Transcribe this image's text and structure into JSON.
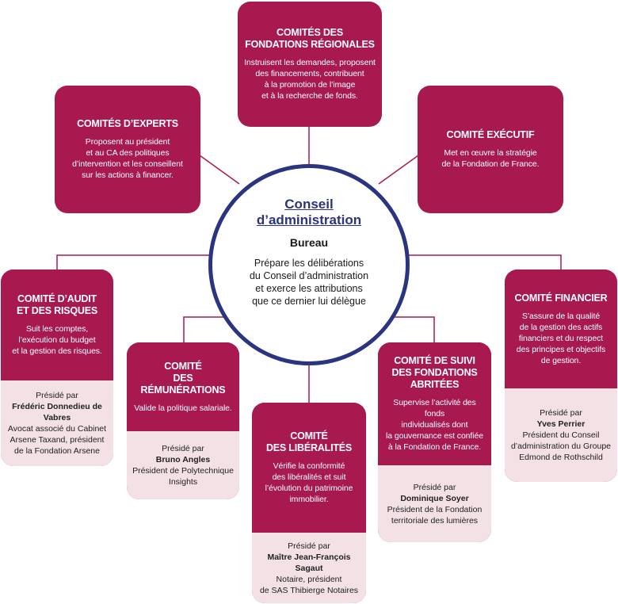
{
  "center": {
    "title": "Conseil\nd’administration",
    "subtitle": "Bureau",
    "description": "Prépare les délibérations\ndu Conseil d’administration\net exerce les attributions\nque ce dernier lui délègue"
  },
  "committees": {
    "regional": {
      "title": "Comités des\nfondations régionales",
      "description": "Instruisent les demandes, proposent\ndes financements, contribuent\nà la promotion de l’image\net à la recherche de fonds."
    },
    "experts": {
      "title": "Comités d’experts",
      "description": "Proposent au président\net au CA des politiques\nd’intervention et les conseillent\nsur les actions à financer."
    },
    "executif": {
      "title": "Comité exécutif",
      "description": "Met en œuvre la stratégie\nde la Fondation de France."
    },
    "audit": {
      "title": "Comité d’audit\net des risques",
      "description": "Suit les comptes,\nl’exécution du budget\net la gestion des risques.",
      "presided_label": "Présidé par",
      "president_name": "Frédéric Donnedieu de Vabres",
      "president_role": "Avocat associé du Cabinet\nArsene Taxand, président\nde la Fondation Arsene"
    },
    "remunerations": {
      "title": "Comité\ndes rémunérations",
      "description": "Valide la politique salariale.",
      "presided_label": "Présidé par",
      "president_name": "Bruno Angles",
      "president_role": "Président de Polytechnique\nInsights"
    },
    "liberalites": {
      "title": "Comité\ndes libéralités",
      "description": "Vérifie la conformité\ndes libéralités et suit\nl’évolution du patrimoine\nimmobilier.",
      "presided_label": "Présidé par",
      "president_name": "Maître Jean-François Sagaut",
      "president_role": "Notaire, président\nde SAS Thibierge Notaires"
    },
    "suivi": {
      "title": "Comité de suivi\ndes fondations\nabritées",
      "description": "Supervise l’activité des fonds\nindividualisés dont\nla gouvernance est confiée\nà la Fondation de France.",
      "presided_label": "Présidé par",
      "president_name": "Dominique Soyer",
      "president_role": "Président de la Fondation\nterritoriale des lumières"
    },
    "financier": {
      "title": "Comité financier",
      "description": "S’assure de la qualité\nde la gestion des actifs\nfinanciers et du respect\ndes principes et objectifs\nde gestion.",
      "presided_label": "Présidé par",
      "president_name": "Yves Perrier",
      "president_role": "Président du Conseil\nd’administration du Groupe\nEdmond de Rothschild"
    }
  },
  "colors": {
    "box": "#a81a4f",
    "box_light": "#f3e1e6",
    "center_border": "#2b3480"
  }
}
